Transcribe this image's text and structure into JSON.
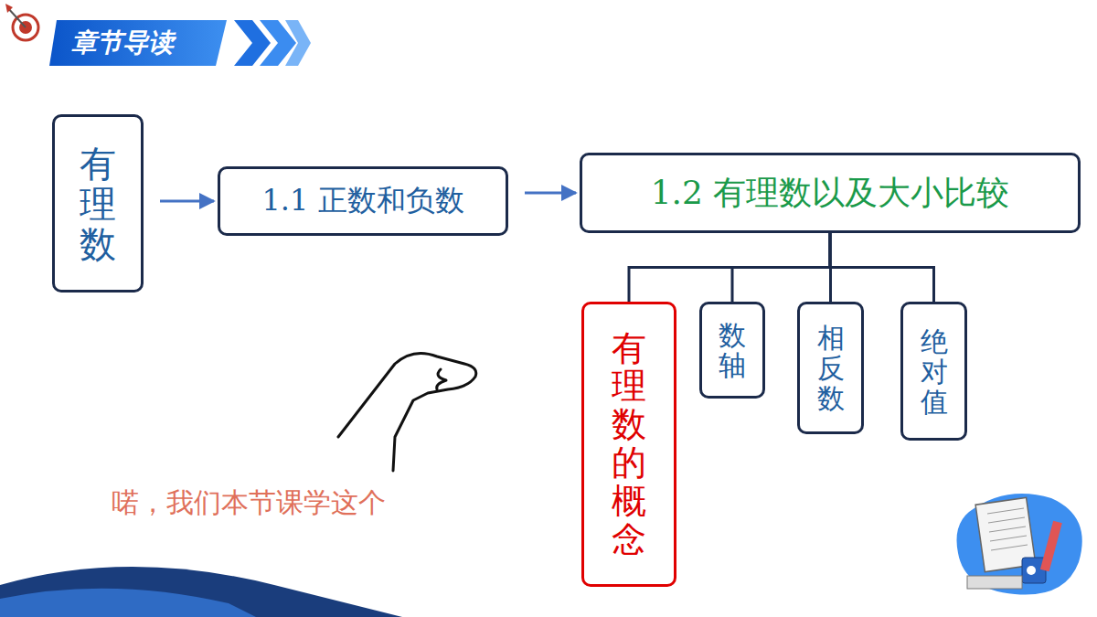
{
  "diagram": {
    "title": "章节导读",
    "nodes": [
      {
        "text": [
          "有理数"
        ]
      },
      {
        "text": [
          "1.1 正数和负数"
        ]
      },
      {
        "text": [
          "1.2 有理数以及大小比较"
        ]
      },
      {
        "text": [
          "有理数的概念"
        ]
      },
      {
        "text": [
          "数轴"
        ]
      },
      {
        "text": [
          "相反数"
        ]
      },
      {
        "text": [
          "绝对值"
        ]
      }
    ],
    "edges": [
      {
        "from": 0,
        "to": 1,
        "arrow": "to"
      },
      {
        "from": 1,
        "to": 2,
        "arrow": "to"
      },
      {
        "from": 2,
        "to": 3,
        "arrow": "none"
      },
      {
        "from": 2,
        "to": 4,
        "arrow": "none"
      },
      {
        "from": 2,
        "to": 5,
        "arrow": "none"
      },
      {
        "from": 2,
        "to": 6,
        "arrow": "none"
      }
    ],
    "labels": [
      "喏，我们本节课学这个"
    ]
  }
}
